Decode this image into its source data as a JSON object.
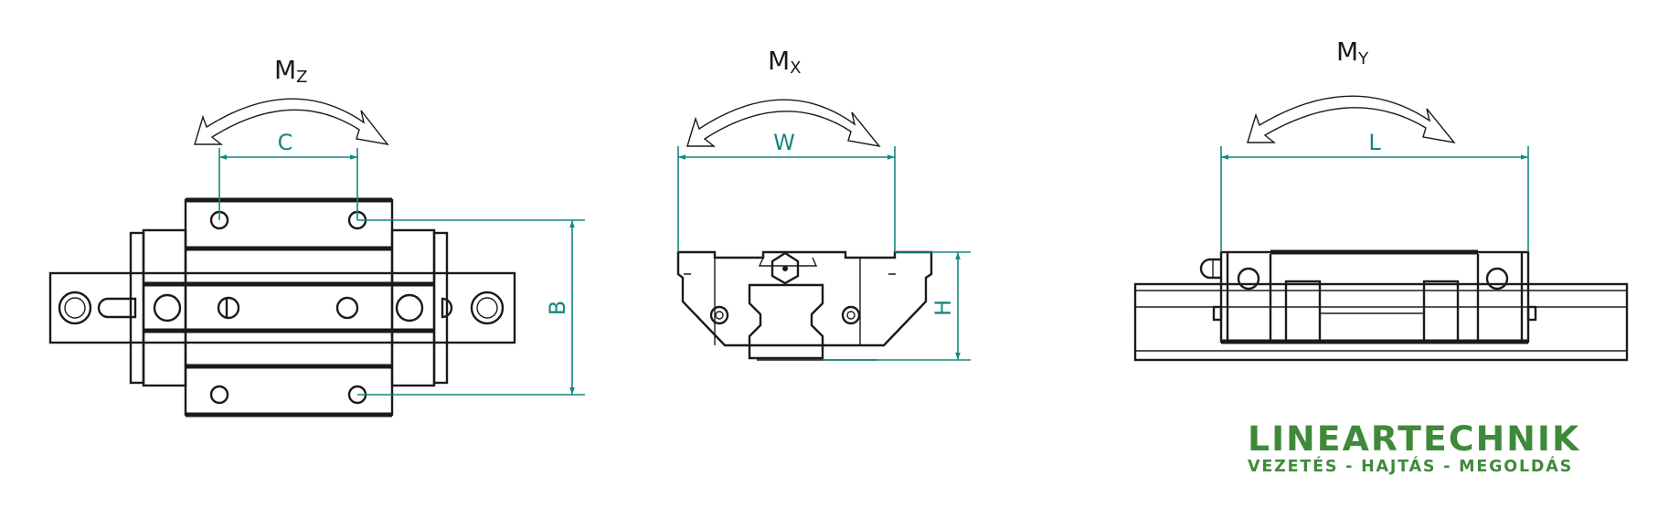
{
  "views": {
    "top": {
      "moment": "M",
      "moment_sub": "Z",
      "dim_width": "C",
      "dim_height": "B"
    },
    "front": {
      "moment": "M",
      "moment_sub": "X",
      "dim_width": "W",
      "dim_height": "H"
    },
    "side": {
      "moment": "M",
      "moment_sub": "Y",
      "dim_width": "L"
    }
  },
  "logo": {
    "name": "LINEARTECHNIK",
    "tagline": "VEZETÉS - HAJTÁS - MEGOLDÁS"
  },
  "colors": {
    "dimension": "#13877e",
    "line": "#1a1a1a",
    "logo": "#3f8a3a"
  }
}
